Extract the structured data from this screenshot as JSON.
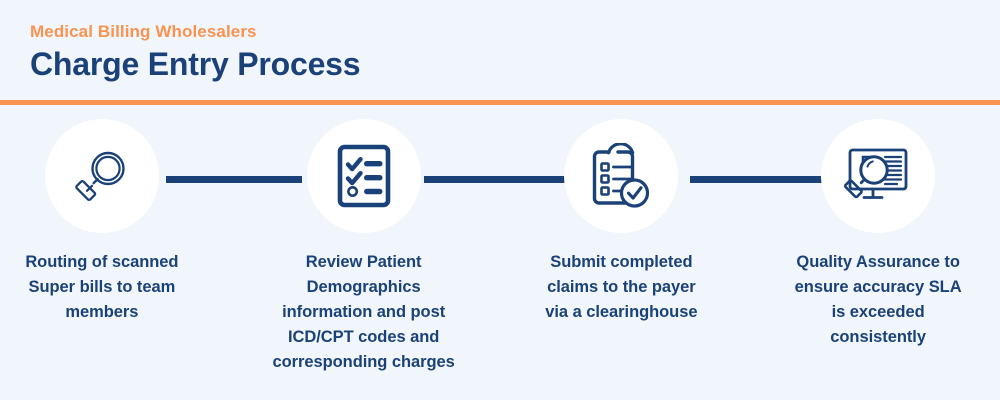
{
  "header": {
    "eyebrow": "Medical Billing Wholesalers",
    "title": "Charge Entry Process"
  },
  "colors": {
    "background": "#f1f5fc",
    "navy": "#1b4278",
    "orange": "#f89350",
    "circle_fill": "#ffffff"
  },
  "flow": {
    "steps": [
      {
        "icon": "magnifier-icon",
        "label": "Routing of scanned\nSuper bills to team\nmembers"
      },
      {
        "icon": "checklist-document-icon",
        "label": "Review Patient\nDemographics\ninformation and post\nICD/CPT codes and\ncorresponding charges"
      },
      {
        "icon": "clipboard-check-icon",
        "label": "Submit completed\nclaims to the payer\nvia a clearinghouse"
      },
      {
        "icon": "monitor-magnifier-icon",
        "label": "Quality Assurance to\nensure accuracy SLA\nis exceeded\nconsistently"
      }
    ]
  }
}
